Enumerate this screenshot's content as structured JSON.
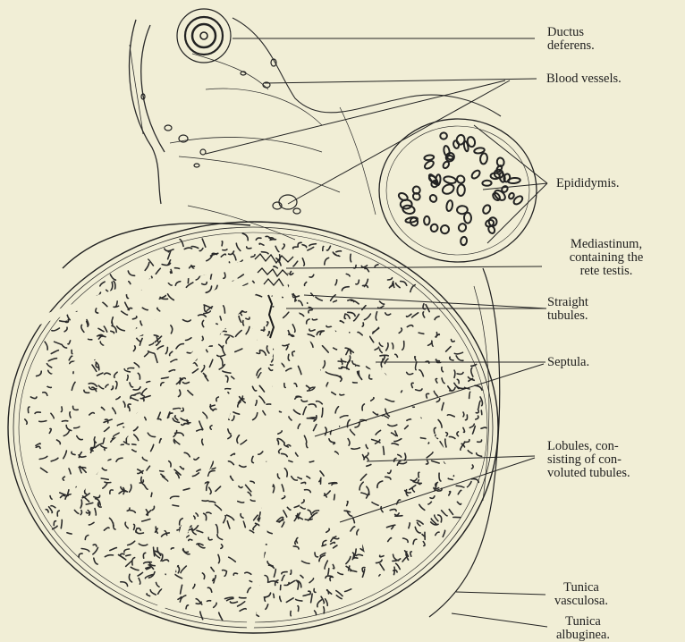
{
  "labels": {
    "ductus_deferens": "Ductus\ndeferens.",
    "blood_vessels": "Blood vessels.",
    "epididymis": "Epididymis.",
    "mediastinum": "Mediastinum,\ncontaining the\nrete testis.",
    "straight_tubules": "Straight\ntubules.",
    "septula": "Septula.",
    "lobules": "Lobules, con-\nsisting of con-\nvoluted tubules.",
    "tunica_vasculosa": "Tunica\nvasculosa.",
    "tunica_albuginea": "Tunica\nalbuginea."
  },
  "colors": {
    "paper": "#f1eed6",
    "ink": "#1e1e1e",
    "tubule_ink": "#2b2b2b"
  }
}
